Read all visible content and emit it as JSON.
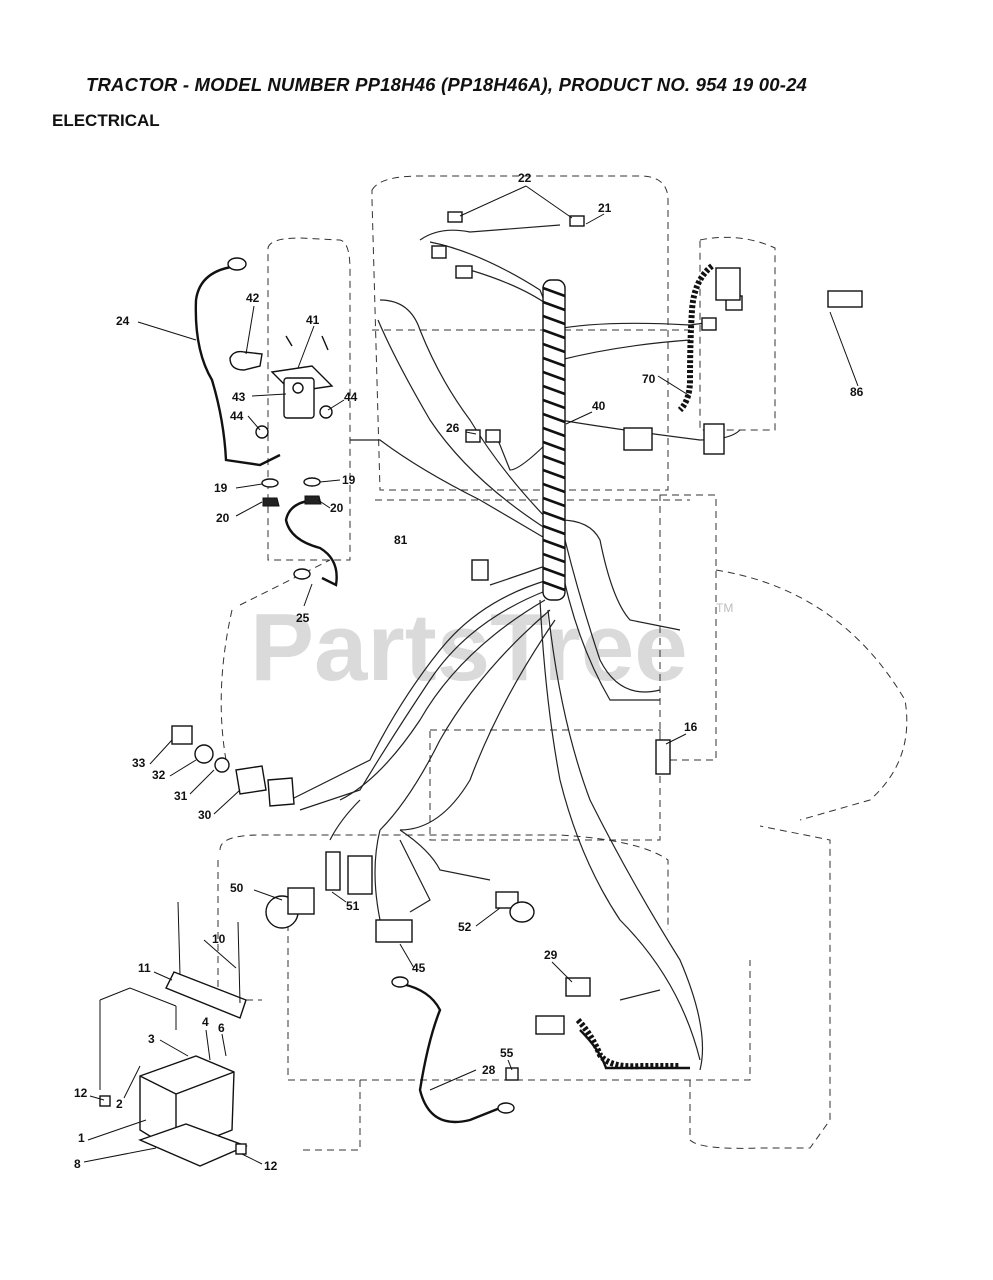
{
  "title": "TRACTOR - MODEL NUMBER PP18H46 (PP18H46A), PRODUCT NO. 954 19 00-24",
  "subtitle": "ELECTRICAL",
  "watermark": {
    "text": "PartsTree",
    "tm": "TM"
  },
  "callouts": [
    "22",
    "21",
    "24",
    "42",
    "41",
    "43",
    "44",
    "44",
    "19",
    "19",
    "20",
    "20",
    "26",
    "40",
    "70",
    "86",
    "81",
    "25",
    "16",
    "33",
    "32",
    "31",
    "30",
    "50",
    "51",
    "52",
    "10",
    "11",
    "45",
    "29",
    "3",
    "4",
    "6",
    "55",
    "28",
    "12",
    "2",
    "1",
    "8",
    "12"
  ]
}
